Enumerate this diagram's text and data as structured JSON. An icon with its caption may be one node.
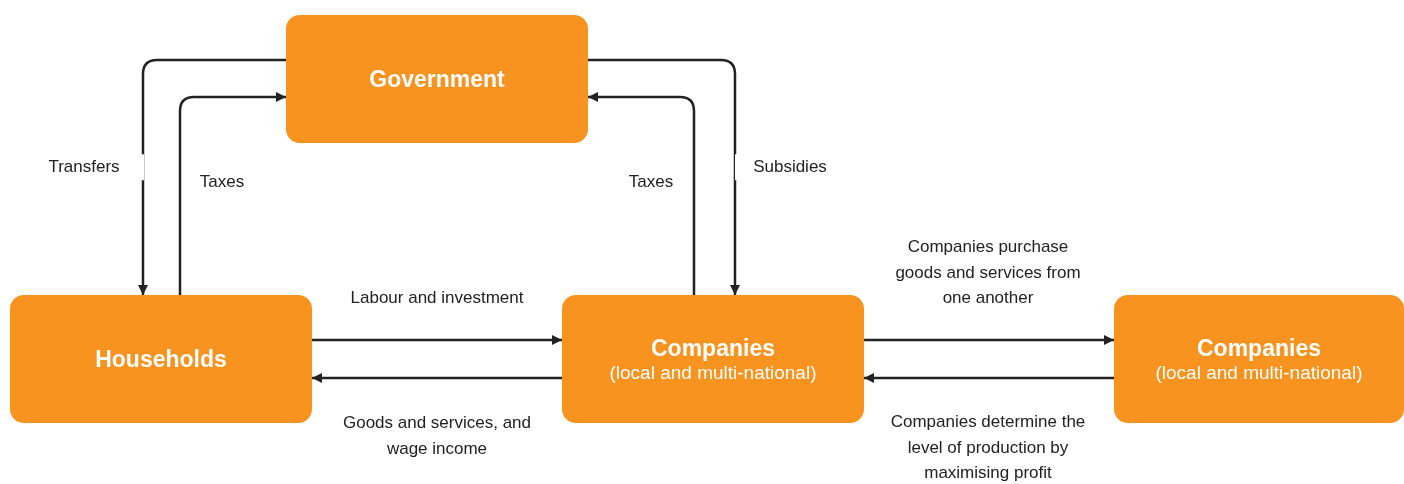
{
  "diagram": {
    "nodes": [
      {
        "text": [
          "Government"
        ]
      },
      {
        "text": [
          "Households"
        ]
      },
      {
        "text": [
          "Companies",
          "(local and multi-national)"
        ]
      },
      {
        "text": [
          "Companies",
          "(local and multi-national)"
        ]
      }
    ],
    "edges": [
      {
        "from": 0,
        "to": 1,
        "arrow": "to",
        "label": "Transfers"
      },
      {
        "from": 1,
        "to": 0,
        "arrow": "to",
        "label": "Taxes"
      },
      {
        "from": 2,
        "to": 0,
        "arrow": "to",
        "label": "Taxes"
      },
      {
        "from": 0,
        "to": 2,
        "arrow": "to",
        "label": "Subsidies"
      },
      {
        "from": 1,
        "to": 2,
        "arrow": "to",
        "label": "Labour and investment"
      },
      {
        "from": 2,
        "to": 1,
        "arrow": "to",
        "label": "Goods and services, and wage income"
      },
      {
        "from": 2,
        "to": 3,
        "arrow": "to",
        "label": "Companies purchase goods and services from one another"
      },
      {
        "from": 3,
        "to": 2,
        "arrow": "to",
        "label": "Companies determine the level of production by maximising profit"
      }
    ]
  }
}
